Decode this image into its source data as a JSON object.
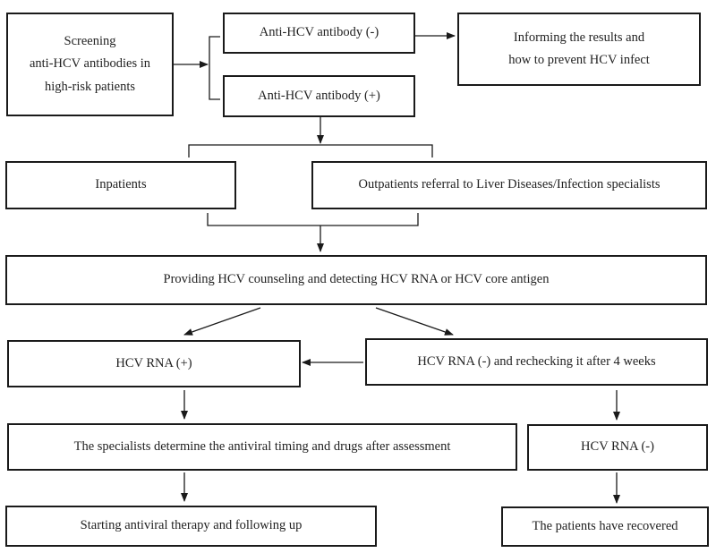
{
  "flowchart": {
    "nodes": {
      "screening": [
        "Screening",
        "anti-HCV antibodies in",
        "high-risk patients"
      ],
      "anti_neg": "Anti-HCV antibody (-)",
      "anti_pos": "Anti-HCV antibody (+)",
      "informing": [
        "Informing the results and",
        "how to prevent HCV infect"
      ],
      "inpatients": "Inpatients",
      "outpatients": "Outpatients referral to Liver Diseases/Infection specialists",
      "counseling": "Providing HCV counseling and detecting HCV RNA or HCV core antigen",
      "rna_pos": "HCV RNA (+)",
      "rna_neg_recheck": "HCV RNA (-) and rechecking it after 4 weeks",
      "specialists": "The specialists determine the antiviral timing and drugs after assessment",
      "rna_neg": "HCV RNA (-)",
      "starting": "Starting antiviral therapy and following up",
      "recovered": "The patients have recovered"
    },
    "edges": [
      {
        "from": "screening",
        "to": "anti_neg"
      },
      {
        "from": "screening",
        "to": "anti_pos"
      },
      {
        "from": "anti_neg",
        "to": "informing"
      },
      {
        "from": "anti_pos",
        "to": "inpatients"
      },
      {
        "from": "anti_pos",
        "to": "outpatients"
      },
      {
        "from": "inpatients",
        "to": "counseling"
      },
      {
        "from": "outpatients",
        "to": "counseling"
      },
      {
        "from": "counseling",
        "to": "rna_pos"
      },
      {
        "from": "counseling",
        "to": "rna_neg_recheck"
      },
      {
        "from": "rna_neg_recheck",
        "to": "rna_pos"
      },
      {
        "from": "rna_pos",
        "to": "specialists"
      },
      {
        "from": "specialists",
        "to": "starting"
      },
      {
        "from": "rna_neg_recheck",
        "to": "rna_neg"
      },
      {
        "from": "rna_neg",
        "to": "recovered"
      }
    ]
  },
  "colors": {
    "stroke": "#1a1a1a",
    "text": "#222222",
    "background": "#ffffff"
  }
}
